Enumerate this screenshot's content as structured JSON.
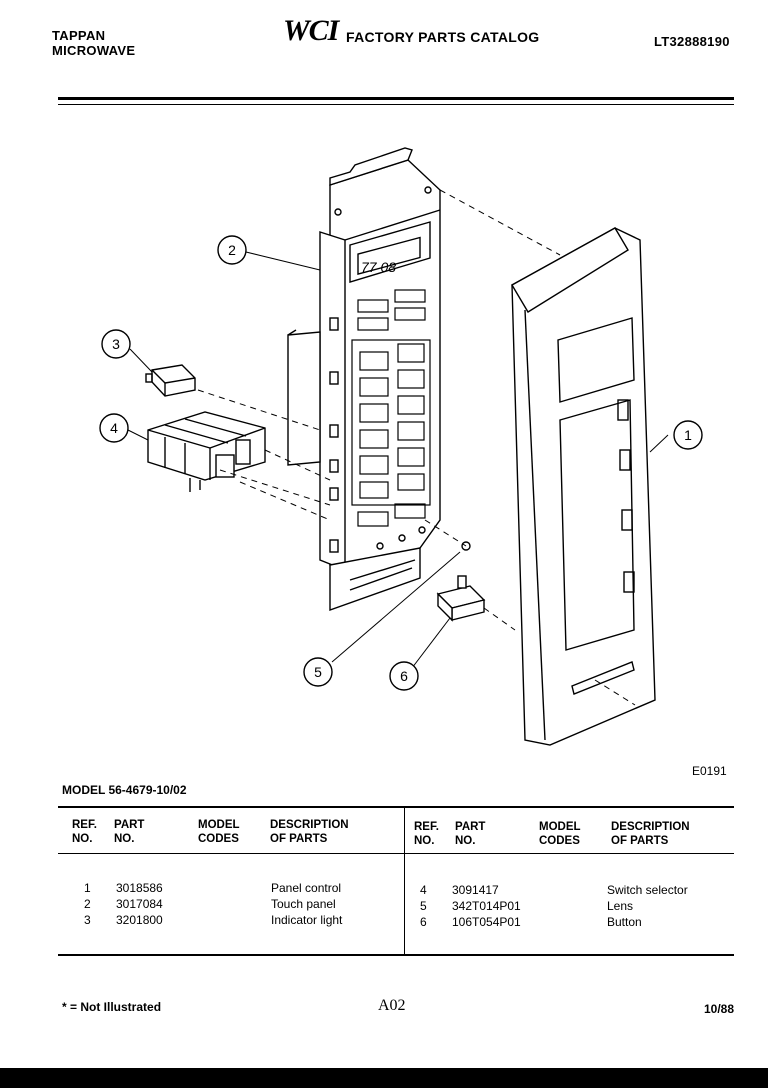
{
  "header": {
    "brand_line1": "TAPPAN",
    "brand_line2": "MICROWAVE",
    "logo": "WCI",
    "catalog_title": "FACTORY PARTS CATALOG",
    "catalog_number": "LT32888190"
  },
  "diagram": {
    "callouts": [
      "1",
      "2",
      "3",
      "4",
      "5",
      "6"
    ],
    "display_text": "77 08",
    "drawing_code": "E0191"
  },
  "model_line": "MODEL 56-4679-10/02",
  "table": {
    "headers": {
      "ref_no": [
        "REF.",
        "NO."
      ],
      "part_no": [
        "PART",
        "NO."
      ],
      "model_codes": [
        "MODEL",
        "CODES"
      ],
      "description": [
        "DESCRIPTION",
        "OF PARTS"
      ]
    },
    "left_rows": [
      {
        "ref": "1",
        "part": "3018586",
        "codes": "",
        "desc": "Panel control"
      },
      {
        "ref": "2",
        "part": "3017084",
        "codes": "",
        "desc": "Touch panel"
      },
      {
        "ref": "3",
        "part": "3201800",
        "codes": "",
        "desc": "Indicator light"
      }
    ],
    "right_rows": [
      {
        "ref": "4",
        "part": "3091417",
        "codes": "",
        "desc": "Switch selector"
      },
      {
        "ref": "5",
        "part": "342T014P01",
        "codes": "",
        "desc": "Lens"
      },
      {
        "ref": "6",
        "part": "106T054P01",
        "codes": "",
        "desc": "Button"
      }
    ]
  },
  "footer": {
    "note": "* = Not Illustrated",
    "page": "A02",
    "date": "10/88"
  }
}
